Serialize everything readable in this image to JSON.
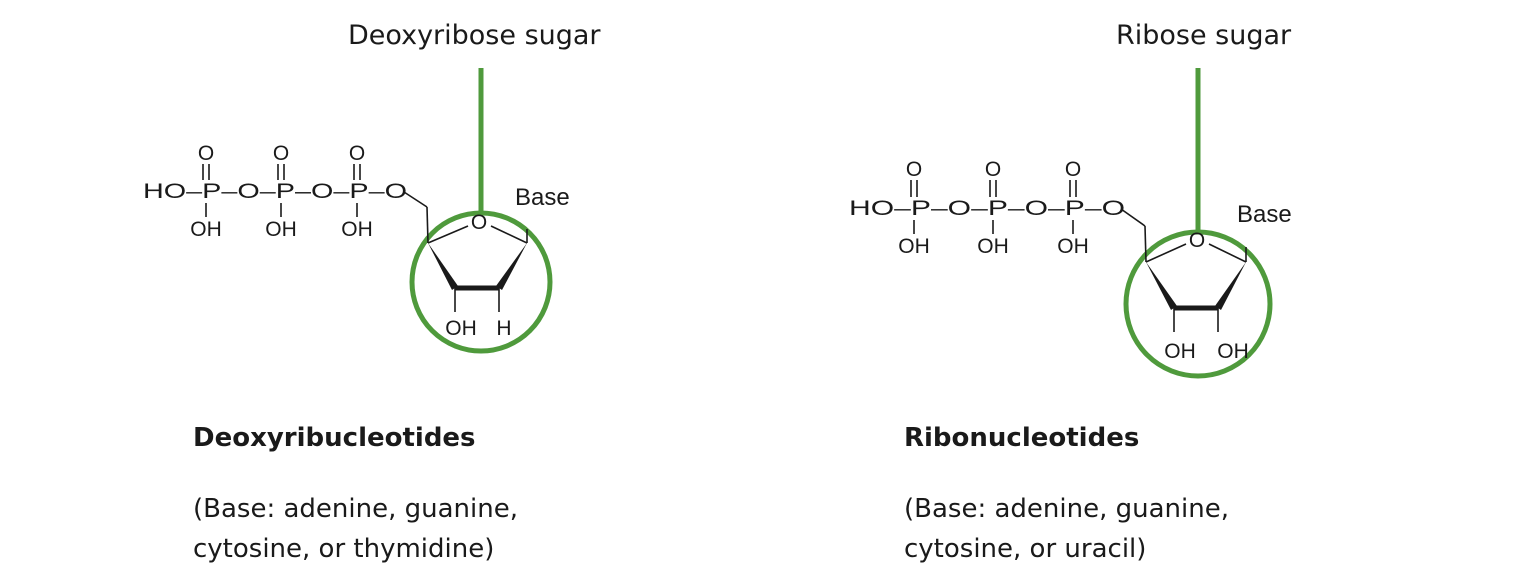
{
  "colors": {
    "highlight": "#4f9a3c",
    "ink": "#1a1a1a"
  },
  "left": {
    "sugar_label": "Deoxyribose sugar",
    "heading": "Deoxyribucleotides",
    "desc_line1": "(Base:  adenine, guanine,",
    "desc_line2": "cytosine, or thymidine)",
    "structure": {
      "phosphate_labels": [
        "O",
        "O",
        "O"
      ],
      "chain_text": "HO–P–O–P–O–P–O",
      "hydroxyl_labels": [
        "OH",
        "OH",
        "OH"
      ],
      "ring_oxygen": "O",
      "base_label": "Base",
      "c3_substituent": "OH",
      "c2_substituent": "H"
    }
  },
  "right": {
    "sugar_label": "Ribose sugar",
    "heading": "Ribonucleotides",
    "desc_line1": "(Base:  adenine, guanine,",
    "desc_line2": "cytosine, or uracil)",
    "structure": {
      "phosphate_labels": [
        "O",
        "O",
        "O"
      ],
      "chain_text": "HO–P–O–P–O–P–O",
      "hydroxyl_labels": [
        "OH",
        "OH",
        "OH"
      ],
      "ring_oxygen": "O",
      "base_label": "Base",
      "c3_substituent": "OH",
      "c2_substituent": "OH"
    }
  }
}
